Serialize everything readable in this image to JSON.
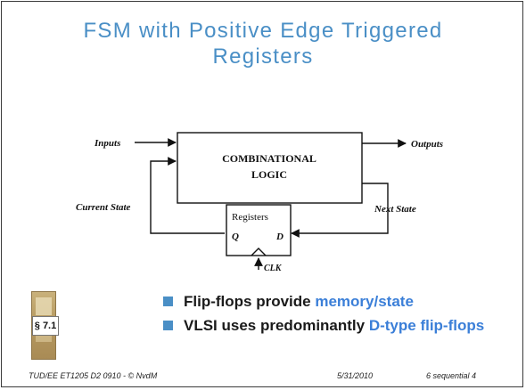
{
  "slide": {
    "title_line1": "FSM with Positive Edge Triggered",
    "title_line2": "Registers"
  },
  "diagram": {
    "inputs": "Inputs",
    "outputs": "Outputs",
    "logic_line1": "COMBINATIONAL",
    "logic_line2": "LOGIC",
    "current_state": "Current State",
    "next_state": "Next State",
    "registers": "Registers",
    "q": "Q",
    "d": "D",
    "clk": "CLK"
  },
  "book": {
    "section": "§ 7.1"
  },
  "bullets": [
    {
      "text": "Flip-flops provide ",
      "highlight": "memory/state",
      "after": ""
    },
    {
      "text": "VLSI uses predominantly ",
      "highlight": "D-type flip-flops",
      "after": ""
    }
  ],
  "footer": {
    "course": "TUD/EE ET1205 D2  0910 - © NvdM",
    "date": "5/31/2010",
    "page": "6 sequential  4"
  },
  "colors": {
    "title": "#4a8fc6",
    "highlight": "#3b7fd8",
    "bullet_square": "#4a8fc6"
  }
}
